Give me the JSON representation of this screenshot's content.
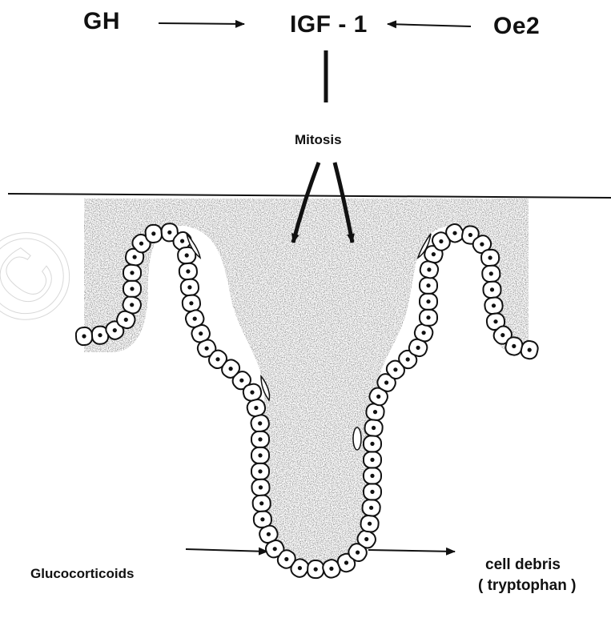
{
  "labels": {
    "gh": "GH",
    "igf1": "IGF - 1",
    "oe2": "Oe2",
    "mitosis": "Mitosis",
    "glucocorticoids": "Glucocorticoids",
    "cell_debris": "cell debris",
    "tryptophan": "( tryptophan )"
  },
  "colors": {
    "ink": "#111111",
    "stipple": "#8a8a8a",
    "cell_fill": "#ffffff"
  }
}
